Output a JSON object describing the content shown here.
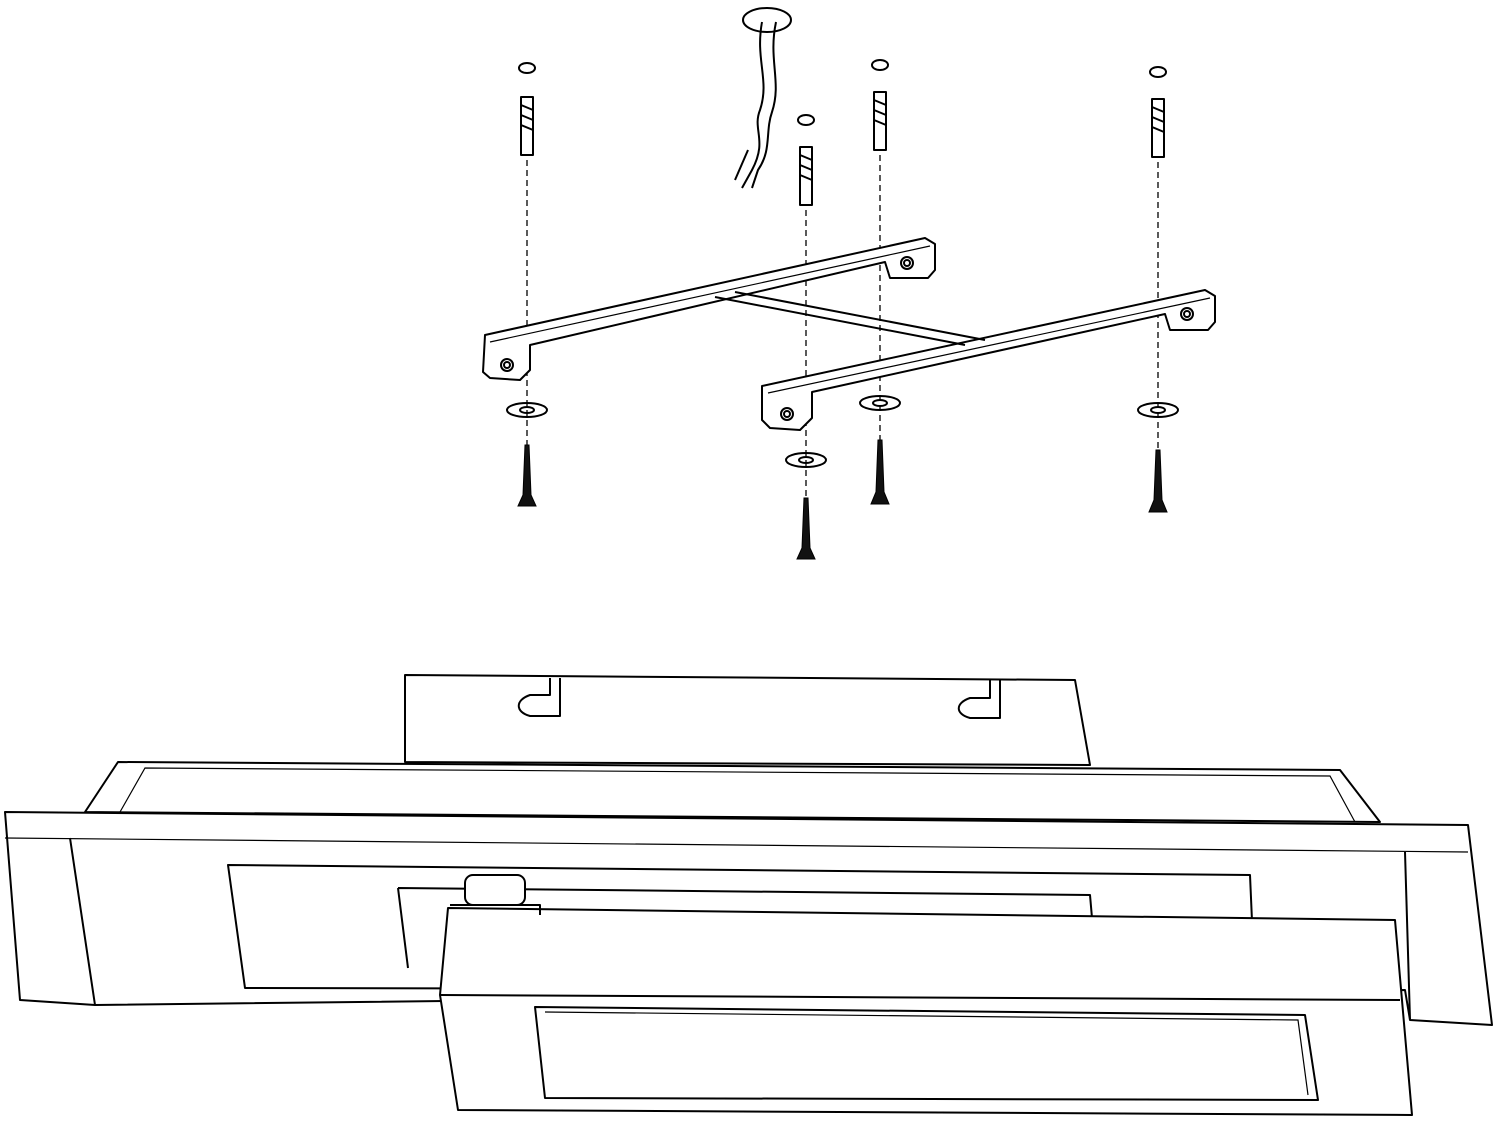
{
  "diagram": {
    "type": "installation-exploded-view",
    "background": "#ffffff",
    "stroke": "#000000",
    "parts": [
      "ceiling-cable-outlet",
      "wall-plug",
      "washer",
      "mounting-bracket",
      "screw",
      "luminaire-body",
      "luminaire-front-panel"
    ]
  }
}
